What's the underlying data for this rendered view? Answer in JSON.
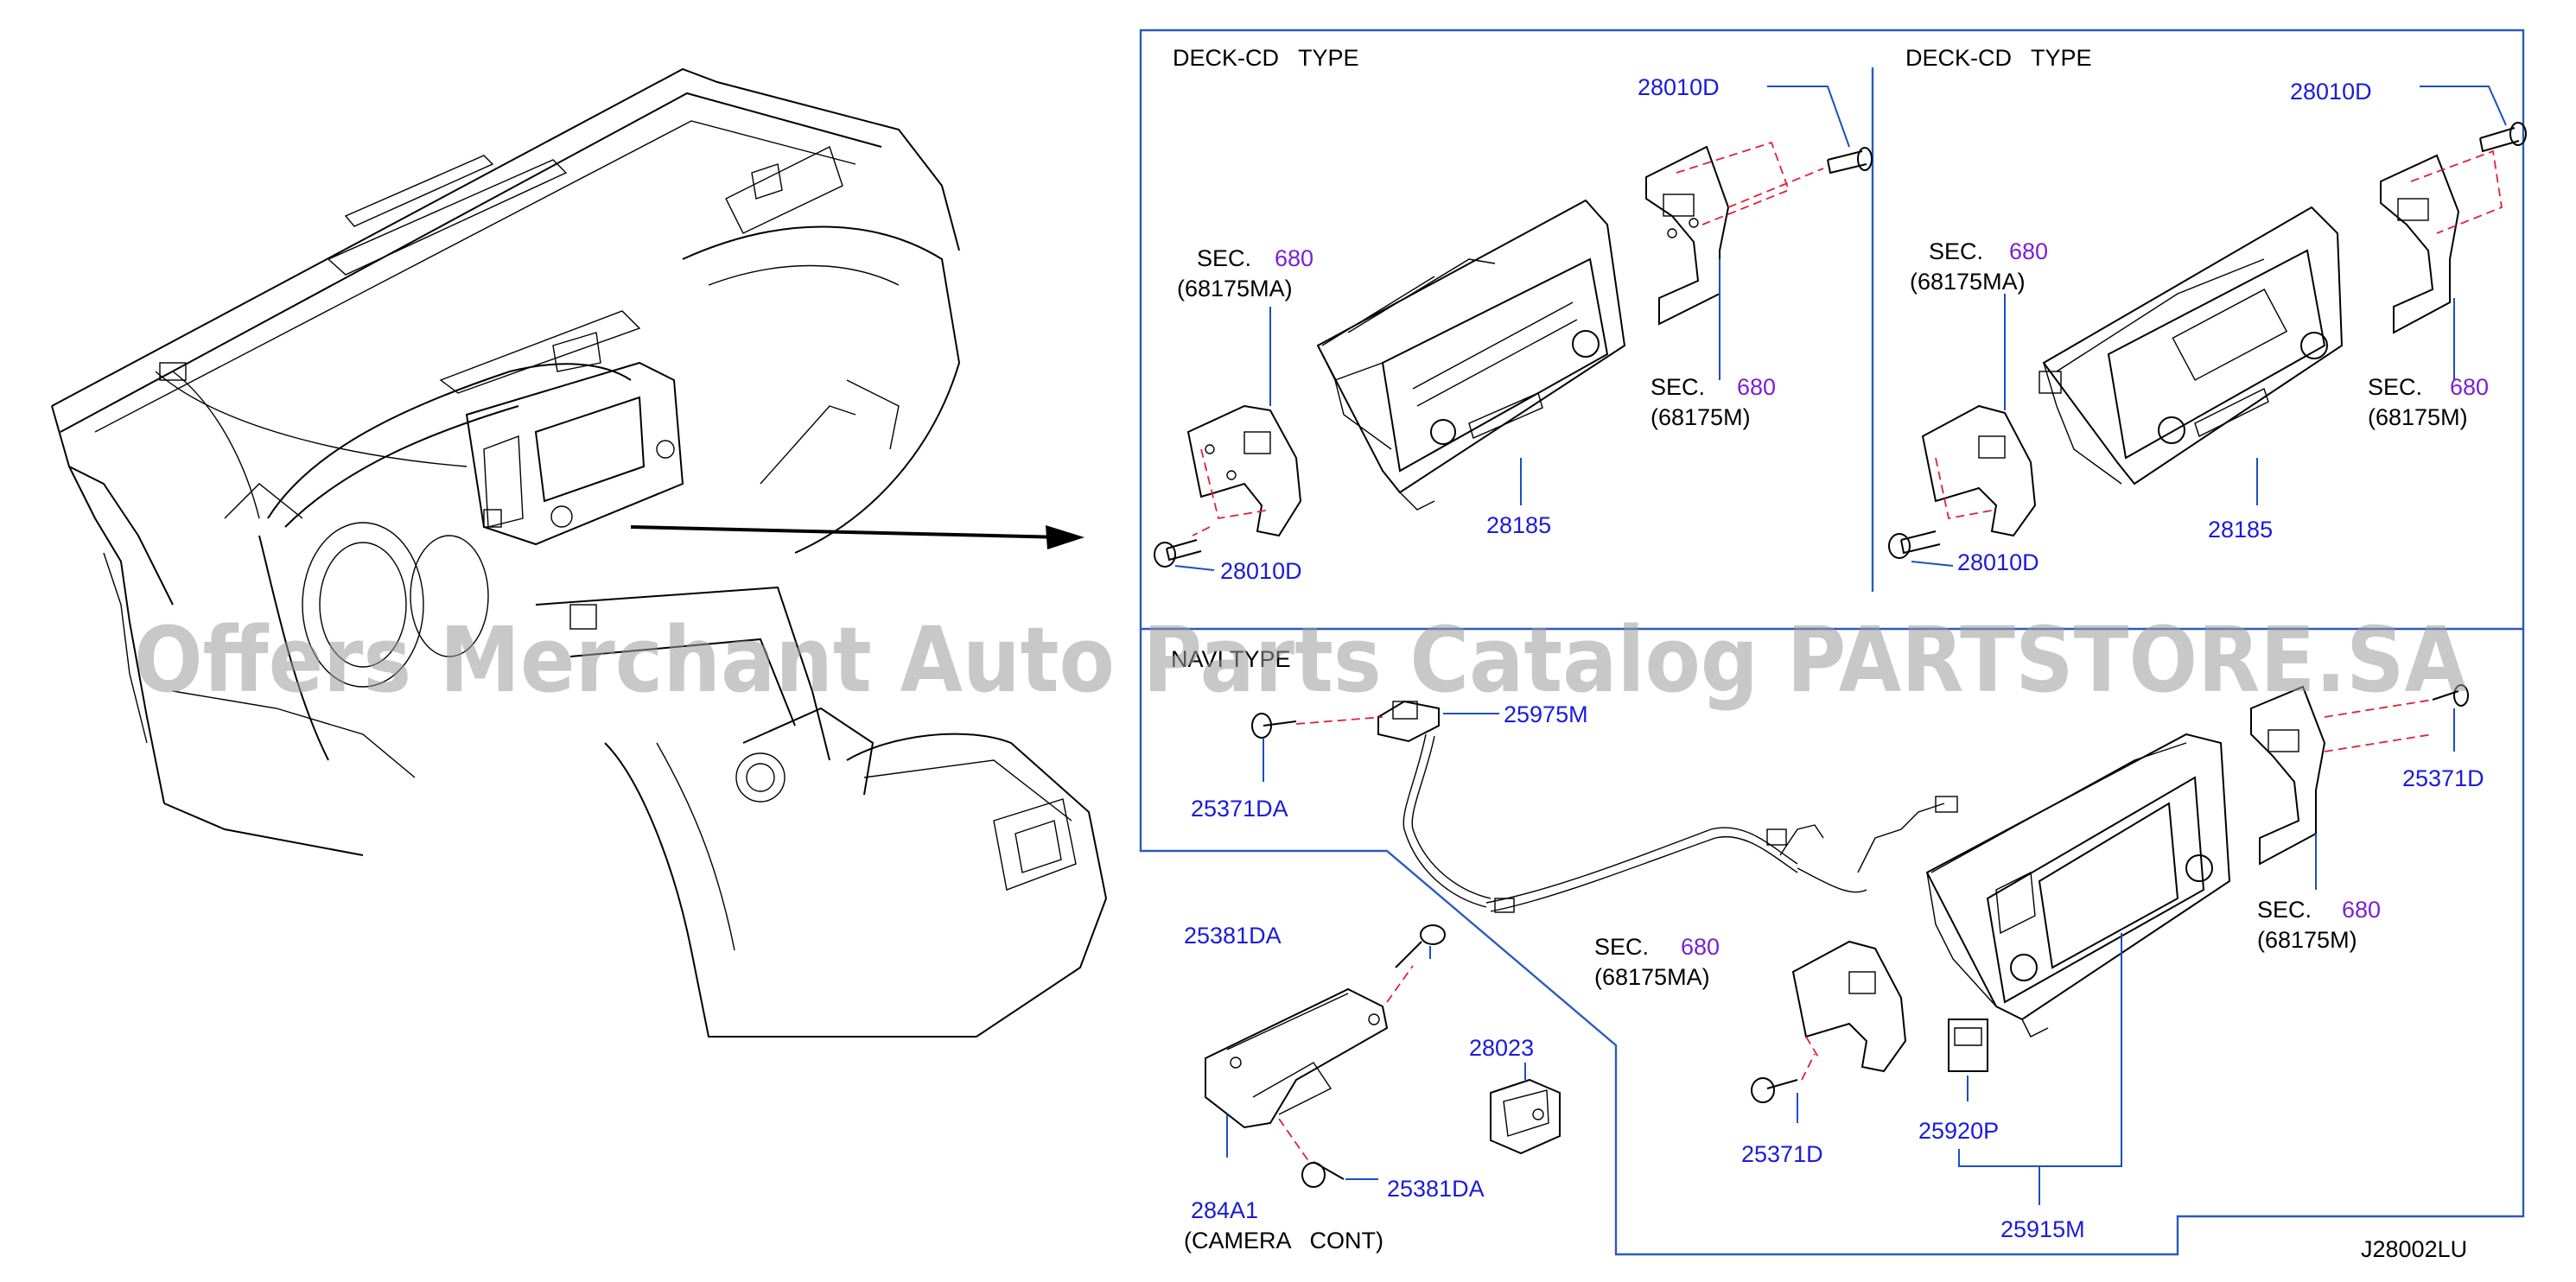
{
  "diagram": {
    "title_deck_cd_left": "DECK-CD   TYPE",
    "title_deck_cd_right": "DECK-CD   TYPE",
    "title_navi": "NAVI TYPE",
    "watermark": "Offers Merchant Auto Parts Catalog PARTSTORE.SA",
    "drawing_code": "J28002LU",
    "deck_left": {
      "bolt_top": "28010D",
      "bolt_bottom": "28010D",
      "unit": "28185",
      "sec_left_prefix": "SEC.",
      "sec_left_num": "680",
      "sec_left_sub": "(68175MA)",
      "sec_right_prefix": "SEC.",
      "sec_right_num": "680",
      "sec_right_sub": "(68175M)"
    },
    "deck_right": {
      "bolt_top": "28010D",
      "bolt_bottom": "28010D",
      "unit": "28185",
      "sec_left_prefix": "SEC.",
      "sec_left_num": "680",
      "sec_left_sub": "(68175MA)",
      "sec_right_prefix": "SEC.",
      "sec_right_num": "680",
      "sec_right_sub": "(68175M)"
    },
    "navi": {
      "screw_left": "25371DA",
      "harness": "25975M",
      "screw_right": "25371D",
      "sec_right_prefix": "SEC.",
      "sec_right_num": "680",
      "sec_right_sub": "(68175M)",
      "sec_left_prefix": "SEC.",
      "sec_left_num": "680",
      "sec_left_sub": "(68175MA)",
      "screw_bottom": "25371D",
      "sd_card": "25920P",
      "assembly": "25915M"
    },
    "camera": {
      "screw_top": "25381DA",
      "screw_bottom": "25381DA",
      "unit": "284A1",
      "unit_name": "(CAMERA   CONT)",
      "switch": "28023"
    },
    "colors": {
      "part_number": "#1a1adc",
      "section_number": "#7b1fd6",
      "frame": "#2a5bbf",
      "hidden_line": "#e0203a"
    }
  }
}
